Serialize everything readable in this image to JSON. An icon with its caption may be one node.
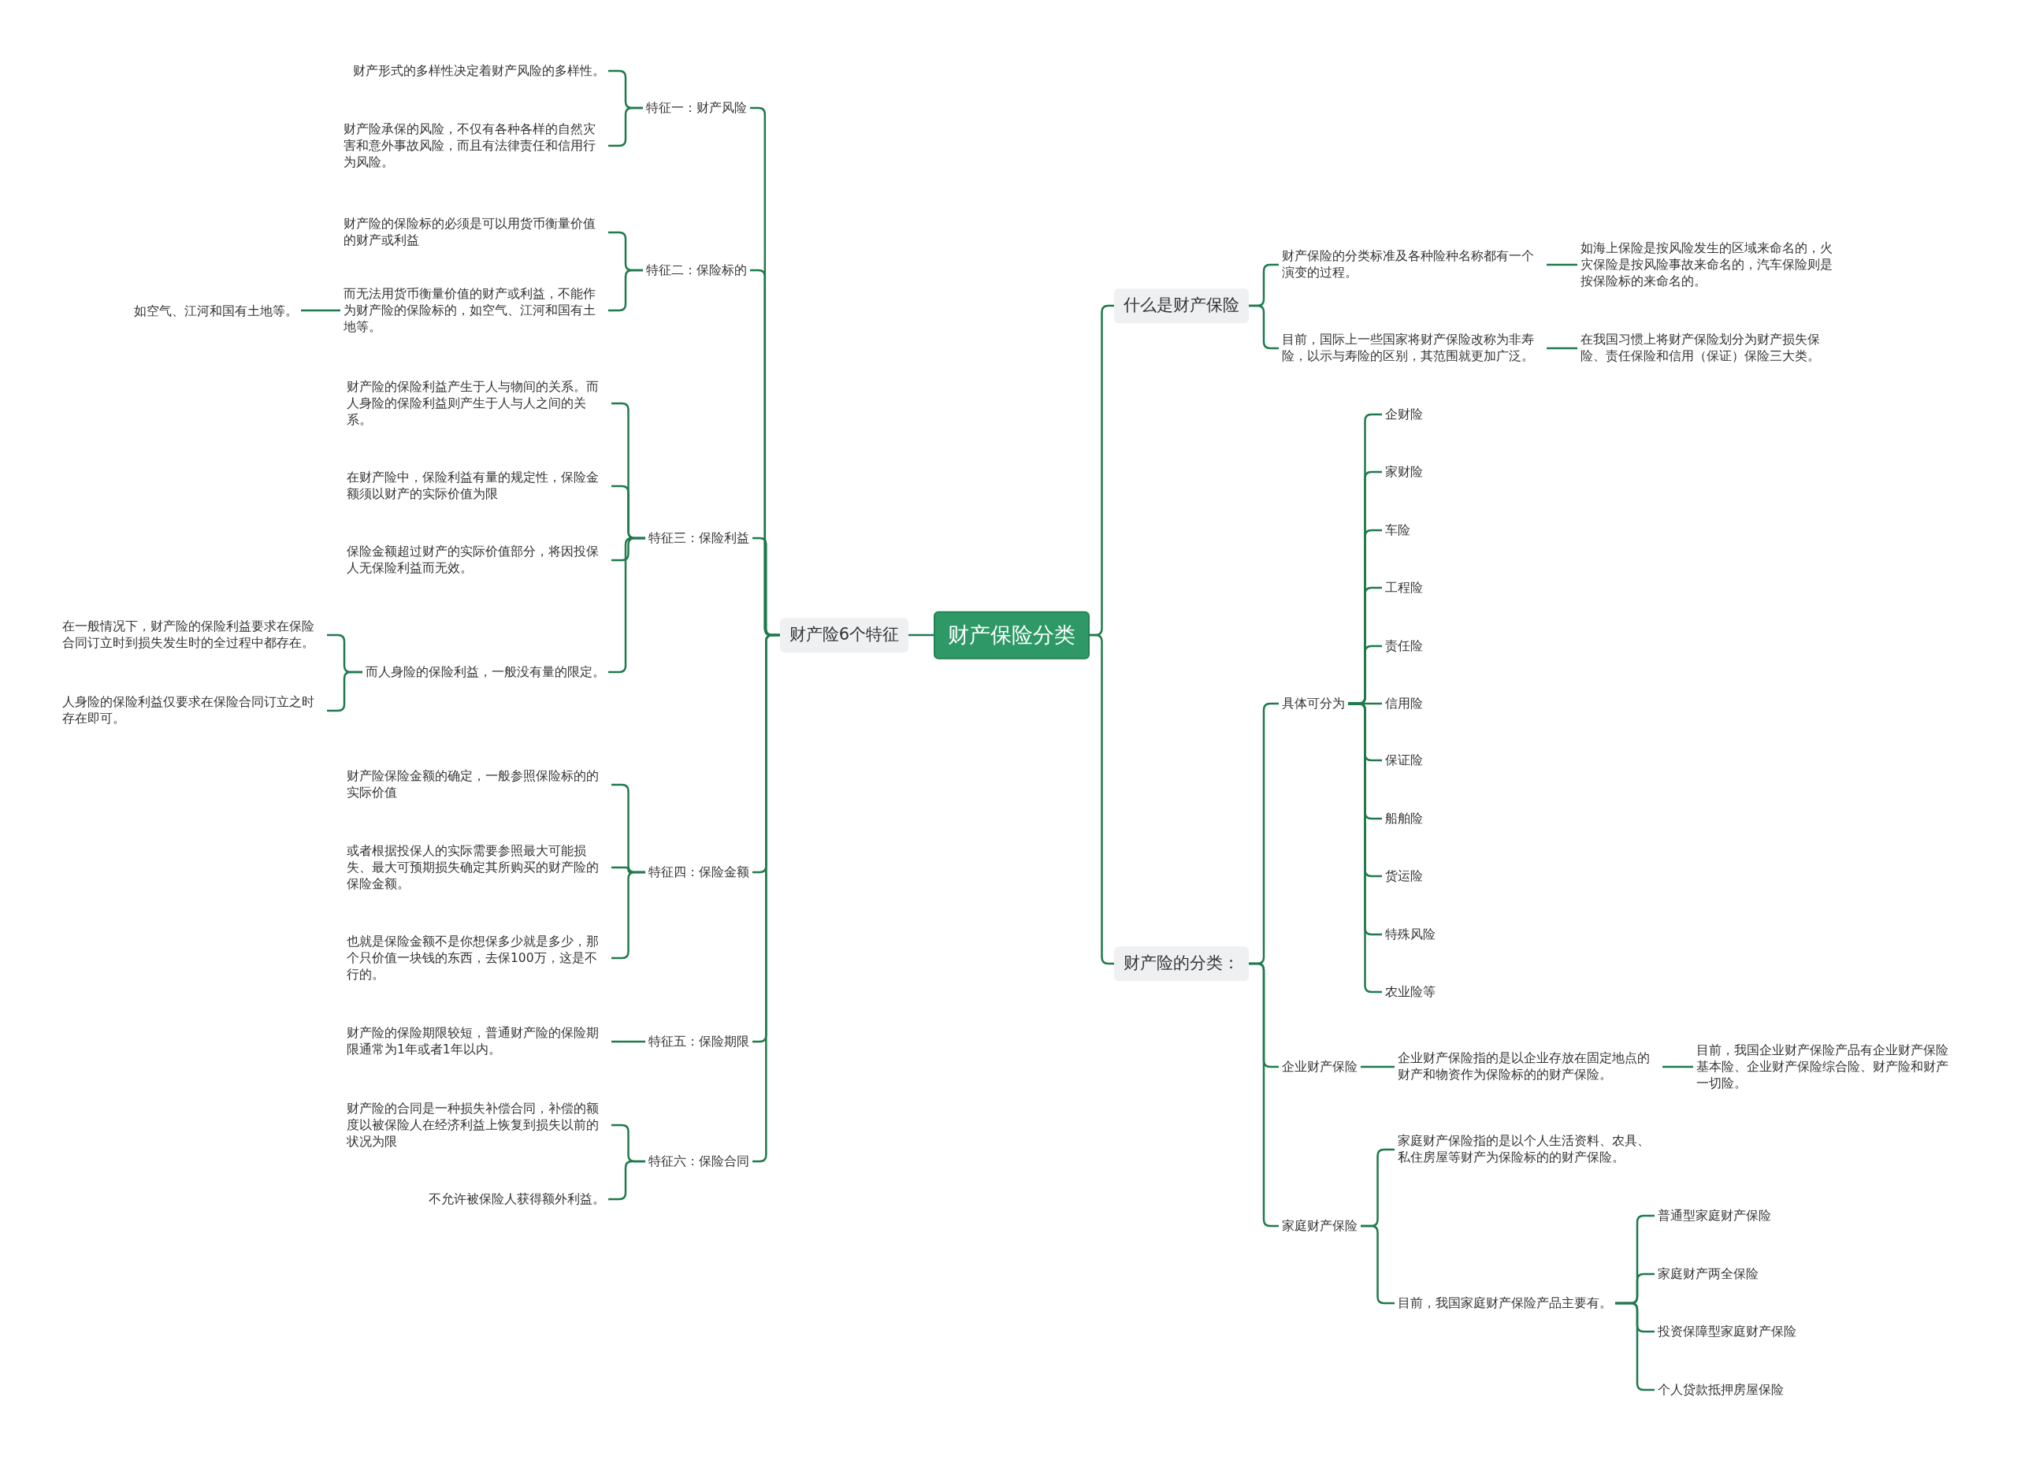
{
  "diagram": {
    "nodes": [
      {
        "text": [
          "财产保险分类"
        ]
      },
      {
        "text": [
          "财产险6个特征"
        ]
      },
      {
        "text": [
          "特征一：财产风险"
        ]
      },
      {
        "text": [
          "财产形式的多样性决定着财产风险的多样性。"
        ]
      },
      {
        "text": [
          "财产险承保的风险，不仅有各种各样的自然灾害和意外事故风险，而且有法律责任和信用行为风险。"
        ]
      },
      {
        "text": [
          "特征二：保险标的"
        ]
      },
      {
        "text": [
          "财产险的保险标的必须是可以用货币衡量价值的财产或利益"
        ]
      },
      {
        "text": [
          "而无法用货币衡量价值的财产或利益，不能作为财产险的保险标的，如空气、江河和国有土地等。"
        ]
      },
      {
        "text": [
          "如空气、江河和国有土地等。"
        ]
      },
      {
        "text": [
          "特征三：保险利益"
        ]
      },
      {
        "text": [
          "财产险的保险利益产生于人与物间的关系。而人身险的保险利益则产生于人与人之间的关系。"
        ]
      },
      {
        "text": [
          "在财产险中，保险利益有量的规定性，保险金额须以财产的实际价值为限"
        ]
      },
      {
        "text": [
          "保险金额超过财产的实际价值部分，将因投保人无保险利益而无效。"
        ]
      },
      {
        "text": [
          "而人身险的保险利益，一般没有量的限定。"
        ]
      },
      {
        "text": [
          "在一般情况下，财产险的保险利益要求在保险合同订立时到损失发生时的全过程中都存在。"
        ]
      },
      {
        "text": [
          "人身险的保险利益仅要求在保险合同订立之时存在即可。"
        ]
      },
      {
        "text": [
          "特征四：保险金额"
        ]
      },
      {
        "text": [
          "财产险保险金额的确定，一般参照保险标的的实际价值"
        ]
      },
      {
        "text": [
          "或者根据投保人的实际需要参照最大可能损失、最大可预期损失确定其所购买的财产险的保险金额。"
        ]
      },
      {
        "text": [
          "也就是保险金额不是你想保多少就是多少，那个只价值一块钱的东西，去保100万，这是不行的。"
        ]
      },
      {
        "text": [
          "特征五：保险期限"
        ]
      },
      {
        "text": [
          "财产险的保险期限较短，普通财产险的保险期限通常为1年或者1年以内。"
        ]
      },
      {
        "text": [
          "特征六：保险合同"
        ]
      },
      {
        "text": [
          "财产险的合同是一种损失补偿合同，补偿的额度以被保险人在经济利益上恢复到损失以前的状况为限"
        ]
      },
      {
        "text": [
          "不允许被保险人获得额外利益。"
        ]
      },
      {
        "text": [
          "什么是财产保险"
        ]
      },
      {
        "text": [
          "财产保险的分类标准及各种险种名称都有一个演变的过程。"
        ]
      },
      {
        "text": [
          "如海上保险是按风险发生的区域来命名的，火灾保险是按风险事故来命名的，汽车保险则是按保险标的来命名的。"
        ]
      },
      {
        "text": [
          "目前，国际上一些国家将财产保险改称为非寿险，以示与寿险的区别，其范围就更加广泛。"
        ]
      },
      {
        "text": [
          "在我国习惯上将财产保险划分为财产损失保险、责任保险和信用（保证）保险三大类。"
        ]
      },
      {
        "text": [
          "财产险的分类："
        ]
      },
      {
        "text": [
          "具体可分为"
        ]
      },
      {
        "text": [
          "企财险"
        ]
      },
      {
        "text": [
          "家财险"
        ]
      },
      {
        "text": [
          "车险"
        ]
      },
      {
        "text": [
          "工程险"
        ]
      },
      {
        "text": [
          "责任险"
        ]
      },
      {
        "text": [
          "信用险"
        ]
      },
      {
        "text": [
          "保证险"
        ]
      },
      {
        "text": [
          "船舶险"
        ]
      },
      {
        "text": [
          "货运险"
        ]
      },
      {
        "text": [
          "特殊风险"
        ]
      },
      {
        "text": [
          "农业险等"
        ]
      },
      {
        "text": [
          "企业财产保险"
        ]
      },
      {
        "text": [
          "企业财产保险指的是以企业存放在固定地点的财产和物资作为保险标的的财产保险。"
        ]
      },
      {
        "text": [
          "目前，我国企业财产保险产品有企业财产保险基本险、企业财产保险综合险、财产险和财产一切险。"
        ]
      },
      {
        "text": [
          "家庭财产保险"
        ]
      },
      {
        "text": [
          "家庭财产保险指的是以个人生活资料、农具、私住房屋等财产为保险标的的财产保险。"
        ]
      },
      {
        "text": [
          "目前，我国家庭财产保险产品主要有。"
        ]
      },
      {
        "text": [
          "普通型家庭财产保险"
        ]
      },
      {
        "text": [
          "家庭财产两全保险"
        ]
      },
      {
        "text": [
          "投资保障型家庭财产保险"
        ]
      },
      {
        "text": [
          "个人贷款抵押房屋保险"
        ]
      }
    ],
    "edges": [
      {
        "from": 0,
        "to": 1,
        "arrow": "none"
      },
      {
        "from": 1,
        "to": 2,
        "arrow": "none"
      },
      {
        "from": 2,
        "to": 3,
        "arrow": "none"
      },
      {
        "from": 2,
        "to": 4,
        "arrow": "none"
      },
      {
        "from": 1,
        "to": 5,
        "arrow": "none"
      },
      {
        "from": 5,
        "to": 6,
        "arrow": "none"
      },
      {
        "from": 5,
        "to": 7,
        "arrow": "none"
      },
      {
        "from": 7,
        "to": 8,
        "arrow": "none"
      },
      {
        "from": 1,
        "to": 9,
        "arrow": "none"
      },
      {
        "from": 9,
        "to": 10,
        "arrow": "none"
      },
      {
        "from": 9,
        "to": 11,
        "arrow": "none"
      },
      {
        "from": 9,
        "to": 12,
        "arrow": "none"
      },
      {
        "from": 9,
        "to": 13,
        "arrow": "none"
      },
      {
        "from": 13,
        "to": 14,
        "arrow": "none"
      },
      {
        "from": 13,
        "to": 15,
        "arrow": "none"
      },
      {
        "from": 1,
        "to": 16,
        "arrow": "none"
      },
      {
        "from": 16,
        "to": 17,
        "arrow": "none"
      },
      {
        "from": 16,
        "to": 18,
        "arrow": "none"
      },
      {
        "from": 16,
        "to": 19,
        "arrow": "none"
      },
      {
        "from": 1,
        "to": 20,
        "arrow": "none"
      },
      {
        "from": 20,
        "to": 21,
        "arrow": "none"
      },
      {
        "from": 1,
        "to": 22,
        "arrow": "none"
      },
      {
        "from": 22,
        "to": 23,
        "arrow": "none"
      },
      {
        "from": 22,
        "to": 24,
        "arrow": "none"
      },
      {
        "from": 0,
        "to": 25,
        "arrow": "none"
      },
      {
        "from": 25,
        "to": 26,
        "arrow": "none"
      },
      {
        "from": 26,
        "to": 27,
        "arrow": "none"
      },
      {
        "from": 25,
        "to": 28,
        "arrow": "none"
      },
      {
        "from": 28,
        "to": 29,
        "arrow": "none"
      },
      {
        "from": 0,
        "to": 30,
        "arrow": "none"
      },
      {
        "from": 30,
        "to": 31,
        "arrow": "none"
      },
      {
        "from": 31,
        "to": 32,
        "arrow": "none"
      },
      {
        "from": 31,
        "to": 33,
        "arrow": "none"
      },
      {
        "from": 31,
        "to": 34,
        "arrow": "none"
      },
      {
        "from": 31,
        "to": 35,
        "arrow": "none"
      },
      {
        "from": 31,
        "to": 36,
        "arrow": "none"
      },
      {
        "from": 31,
        "to": 37,
        "arrow": "none"
      },
      {
        "from": 31,
        "to": 38,
        "arrow": "none"
      },
      {
        "from": 31,
        "to": 39,
        "arrow": "none"
      },
      {
        "from": 31,
        "to": 40,
        "arrow": "none"
      },
      {
        "from": 31,
        "to": 41,
        "arrow": "none"
      },
      {
        "from": 31,
        "to": 42,
        "arrow": "none"
      },
      {
        "from": 30,
        "to": 43,
        "arrow": "none"
      },
      {
        "from": 43,
        "to": 44,
        "arrow": "none"
      },
      {
        "from": 44,
        "to": 45,
        "arrow": "none"
      },
      {
        "from": 30,
        "to": 46,
        "arrow": "none"
      },
      {
        "from": 46,
        "to": 47,
        "arrow": "none"
      },
      {
        "from": 46,
        "to": 48,
        "arrow": "none"
      },
      {
        "from": 48,
        "to": 49,
        "arrow": "none"
      },
      {
        "from": 48,
        "to": 50,
        "arrow": "none"
      },
      {
        "from": 48,
        "to": 51,
        "arrow": "none"
      },
      {
        "from": 48,
        "to": 52,
        "arrow": "none"
      }
    ]
  }
}
